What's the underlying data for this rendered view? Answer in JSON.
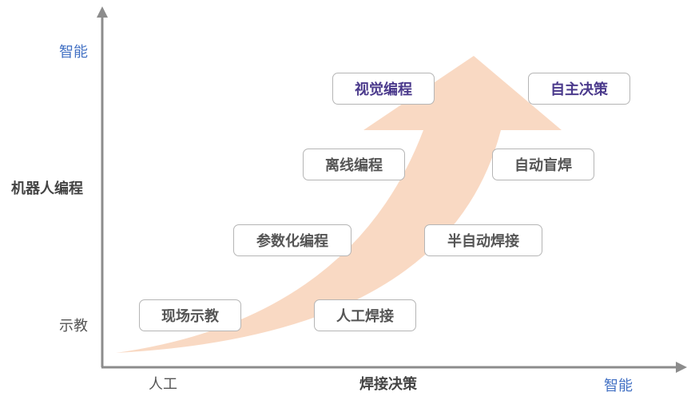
{
  "y_axis": {
    "top": "智能",
    "middle": "机器人编程",
    "bottom": "示教"
  },
  "x_axis": {
    "left": "人工",
    "middle": "焊接决策",
    "right": "智能"
  },
  "boxes": {
    "visual_programming": "视觉编程",
    "autonomous_decision": "自主决策",
    "offline_programming": "离线编程",
    "auto_blind_welding": "自动盲焊",
    "parametric_programming": "参数化编程",
    "semi_auto_welding": "半自动焊接",
    "onsite_teaching": "现场示教",
    "manual_welding": "人工焊接"
  },
  "colors": {
    "arrow": "#f9d9c3",
    "axis": "#8c8c8c",
    "accent_blue": "#4472c4",
    "accent_purple": "#4b3a8c"
  }
}
